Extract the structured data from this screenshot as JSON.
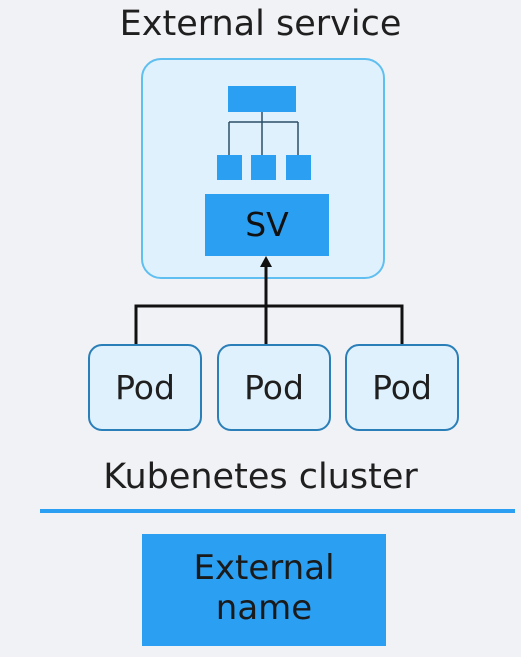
{
  "diagram": {
    "external_service_label": "External service",
    "service_block_label": "SV",
    "pods": [
      "Pod",
      "Pod",
      "Pod"
    ],
    "cluster_label": "Kubenetes cluster",
    "external_name_line1": "External",
    "external_name_line2": "name",
    "colors": {
      "background": "#f1f2f6",
      "accent_blue": "#2b9ff2",
      "light_box": "#dff1fc",
      "box_border": "#5fbff0",
      "connector": "#111111"
    },
    "icons": [
      "hierarchy-icon",
      "arrow-up-icon"
    ]
  }
}
